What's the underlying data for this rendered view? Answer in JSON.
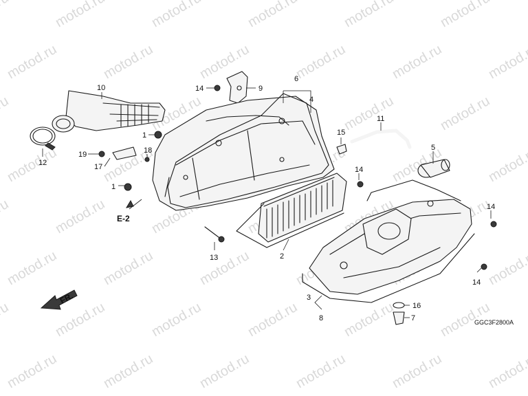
{
  "watermark": "motod.ru",
  "diagram_code": "GGC3F2800A",
  "section_ref": "E-2",
  "direction_label": "FR.",
  "callouts": {
    "c1a": "1",
    "c1b": "1",
    "c2": "2",
    "c3": "3",
    "c4": "4",
    "c5": "5",
    "c6": "6",
    "c7": "7",
    "c8": "8",
    "c9": "9",
    "c10": "10",
    "c11": "11",
    "c12": "12",
    "c13": "13",
    "c14a": "14",
    "c14b": "14",
    "c14c": "14",
    "c14d": "14",
    "c15": "15",
    "c16": "16",
    "c17": "17",
    "c18": "18",
    "c19": "19"
  }
}
